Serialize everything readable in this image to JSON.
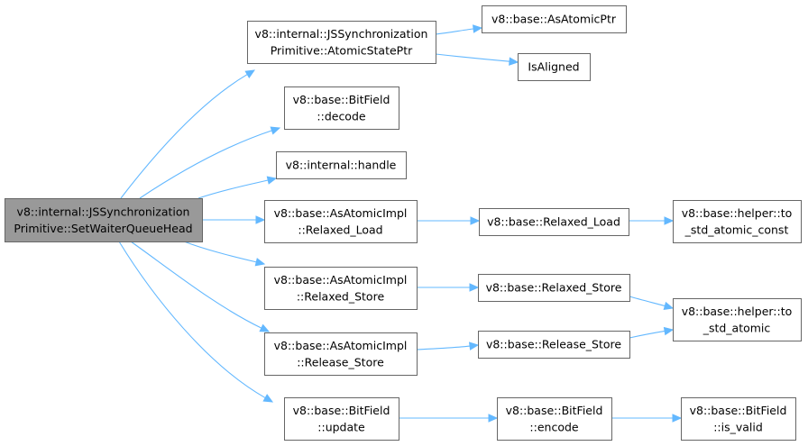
{
  "nodes": [
    {
      "id": "root",
      "lines": [
        "v8::internal::JSSynchronization",
        "Primitive::SetWaiterQueueHead"
      ]
    },
    {
      "id": "atomic-state-ptr",
      "lines": [
        "v8::internal::JSSynchronization",
        "Primitive::AtomicStatePtr"
      ]
    },
    {
      "id": "as-atomic-ptr",
      "lines": [
        "v8::base::AsAtomicPtr"
      ]
    },
    {
      "id": "is-aligned",
      "lines": [
        "IsAligned"
      ]
    },
    {
      "id": "bitfield-decode",
      "lines": [
        "v8::base::BitField",
        "::decode"
      ]
    },
    {
      "id": "internal-handle",
      "lines": [
        "v8::internal::handle"
      ]
    },
    {
      "id": "atomic-impl-relaxed-load",
      "lines": [
        "v8::base::AsAtomicImpl",
        "::Relaxed_Load"
      ]
    },
    {
      "id": "relaxed-load",
      "lines": [
        "v8::base::Relaxed_Load"
      ]
    },
    {
      "id": "to-std-atomic-const",
      "lines": [
        "v8::base::helper::to",
        "_std_atomic_const"
      ]
    },
    {
      "id": "atomic-impl-relaxed-store",
      "lines": [
        "v8::base::AsAtomicImpl",
        "::Relaxed_Store"
      ]
    },
    {
      "id": "relaxed-store",
      "lines": [
        "v8::base::Relaxed_Store"
      ]
    },
    {
      "id": "to-std-atomic",
      "lines": [
        "v8::base::helper::to",
        "_std_atomic"
      ]
    },
    {
      "id": "atomic-impl-release-store",
      "lines": [
        "v8::base::AsAtomicImpl",
        "::Release_Store"
      ]
    },
    {
      "id": "release-store",
      "lines": [
        "v8::base::Release_Store"
      ]
    },
    {
      "id": "bitfield-update",
      "lines": [
        "v8::base::BitField",
        "::update"
      ]
    },
    {
      "id": "bitfield-encode",
      "lines": [
        "v8::base::BitField",
        "::encode"
      ]
    },
    {
      "id": "bitfield-is-valid",
      "lines": [
        "v8::base::BitField",
        "::is_valid"
      ]
    }
  ],
  "edges": [
    {
      "from": "root",
      "to": "atomic-state-ptr"
    },
    {
      "from": "root",
      "to": "bitfield-decode"
    },
    {
      "from": "root",
      "to": "internal-handle"
    },
    {
      "from": "root",
      "to": "atomic-impl-relaxed-load"
    },
    {
      "from": "root",
      "to": "atomic-impl-relaxed-store"
    },
    {
      "from": "root",
      "to": "atomic-impl-release-store"
    },
    {
      "from": "root",
      "to": "bitfield-update"
    },
    {
      "from": "atomic-state-ptr",
      "to": "as-atomic-ptr"
    },
    {
      "from": "atomic-state-ptr",
      "to": "is-aligned"
    },
    {
      "from": "atomic-impl-relaxed-load",
      "to": "relaxed-load"
    },
    {
      "from": "relaxed-load",
      "to": "to-std-atomic-const"
    },
    {
      "from": "atomic-impl-relaxed-store",
      "to": "relaxed-store"
    },
    {
      "from": "relaxed-store",
      "to": "to-std-atomic"
    },
    {
      "from": "atomic-impl-release-store",
      "to": "release-store"
    },
    {
      "from": "release-store",
      "to": "to-std-atomic"
    },
    {
      "from": "bitfield-update",
      "to": "bitfield-encode"
    },
    {
      "from": "bitfield-encode",
      "to": "bitfield-is-valid"
    }
  ],
  "colors": {
    "edge": "#63b8ff",
    "node_border": "#666666",
    "node_fill": "#ffffff",
    "root_fill": "#999999",
    "text": "#000000"
  }
}
